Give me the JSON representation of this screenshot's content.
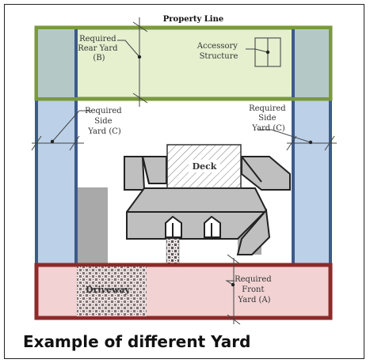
{
  "property_line": "Property Line",
  "rear_yard": [
    "Required",
    "Rear Yard",
    "(B)"
  ],
  "accessory": [
    "Accessory",
    "Structure"
  ],
  "side_yard_left": [
    "Required",
    "Side",
    "Yard (C)"
  ],
  "side_yard_right": [
    "Required",
    "Side",
    "Yard (C)"
  ],
  "deck": "Deck",
  "driveway": "Driveway",
  "front_yard": [
    "Required",
    "Front",
    "Yard (A)"
  ],
  "caption": "Example of different Yard",
  "colors": {
    "rear_border": "#7a9a3c",
    "rear_fill": "#e6f0cf",
    "side_border": "#3d5a8a",
    "side_fill": "#bcd0e8",
    "front_border": "#8e2a2a",
    "front_fill": "#f2d2d2",
    "corner_fill": "#b4c9c6",
    "roof": "#bfbfbf",
    "wall": "#a9a9a9"
  }
}
